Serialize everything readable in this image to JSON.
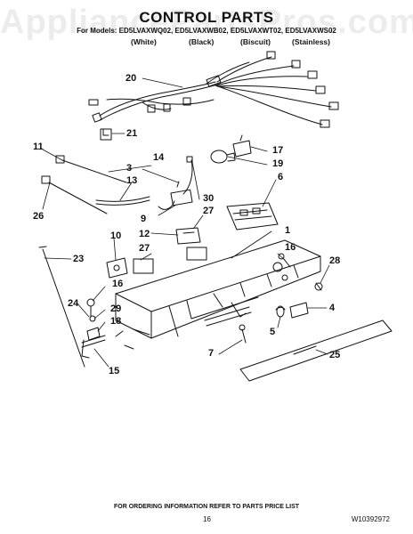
{
  "watermark": "AppliancePartsPros.com",
  "header": {
    "title": "CONTROL PARTS",
    "models": "For Models: ED5LVAXWQ02, ED5LVAXWB02, ED5LVAXWT02, ED5LVAXWS02",
    "colors": [
      {
        "label": "(White)"
      },
      {
        "label": "(Black)"
      },
      {
        "label": "(Biscuit)"
      },
      {
        "label": "(Stainless)"
      }
    ]
  },
  "callouts": [
    "20",
    "21",
    "11",
    "14",
    "3",
    "17",
    "19",
    "13",
    "30",
    "6",
    "26",
    "9",
    "27",
    "10",
    "12",
    "27",
    "1",
    "16",
    "23",
    "28",
    "16",
    "24",
    "29",
    "18",
    "4",
    "5",
    "7",
    "15",
    "25"
  ],
  "footer": {
    "note": "FOR ORDERING INFORMATION REFER TO PARTS PRICE LIST",
    "page": "16",
    "doc_number": "W10392972"
  }
}
